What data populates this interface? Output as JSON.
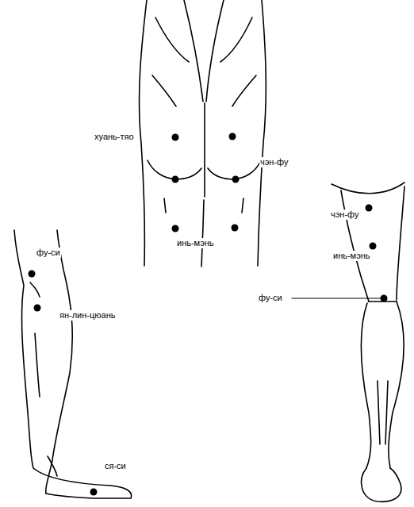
{
  "diagram": {
    "labels": [
      "хуань-тяо",
      "чэн-фу",
      "инь-мэнь",
      "фу-си",
      "ян-лин-цюань",
      "ся-си",
      "чэн-фу",
      "инь-мэнь",
      "фу-си"
    ]
  }
}
